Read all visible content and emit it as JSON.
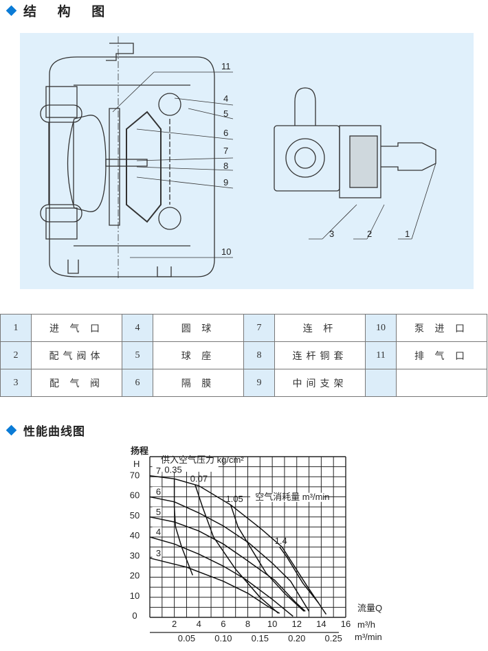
{
  "sections": {
    "structure": "结 构 图",
    "performance": "性能曲线图"
  },
  "parts_table": [
    [
      {
        "n": "1",
        "name": "进 气 口"
      },
      {
        "n": "4",
        "name": "圆 球"
      },
      {
        "n": "7",
        "name": "连  杆"
      },
      {
        "n": "10",
        "name": "泵 进 口"
      }
    ],
    [
      {
        "n": "2",
        "name": "配气阀体"
      },
      {
        "n": "5",
        "name": "球 座"
      },
      {
        "n": "8",
        "name": "连杆铜套"
      },
      {
        "n": "11",
        "name": "排 气 口"
      }
    ],
    [
      {
        "n": "3",
        "name": "配 气 阀"
      },
      {
        "n": "6",
        "name": "隔 膜"
      },
      {
        "n": "9",
        "name": "中间支架"
      },
      {
        "n": "",
        "name": ""
      }
    ]
  ],
  "diagram_labels": {
    "main": [
      "11",
      "4",
      "5",
      "6",
      "7",
      "8",
      "9",
      "10"
    ],
    "valve": [
      "3",
      "2",
      "1"
    ]
  },
  "colors": {
    "accent": "#0a7bd6",
    "panel": "#e0f0fb",
    "cell": "#dcedf9"
  },
  "chart_data": {
    "type": "line",
    "ylabel": "扬程",
    "ylabel_unit": "H",
    "xlabel": "流量Q",
    "x_unit": "m³/h",
    "x2_unit": "m³/min",
    "xlim": [
      0,
      16
    ],
    "ylim": [
      0,
      80
    ],
    "x_ticks": [
      "2",
      "4",
      "6",
      "8",
      "10",
      "12",
      "14",
      "16"
    ],
    "x2_ticks": [
      "0.05",
      "0.10",
      "0.15",
      "0.20",
      "0.25"
    ],
    "y_ticks": [
      "0",
      "10",
      "20",
      "30",
      "40",
      "50",
      "60",
      "70"
    ],
    "legend_pressure": "供入空气压力  kg/cm²",
    "legend_air": "空气消耗量  m³/min",
    "grid": true,
    "series": [
      {
        "name": "7",
        "points": [
          [
            0,
            70.5
          ],
          [
            2,
            69
          ],
          [
            4,
            65.5
          ],
          [
            6.6,
            56
          ],
          [
            9.1,
            44
          ],
          [
            10.8,
            35
          ],
          [
            12.8,
            16
          ],
          [
            14.4,
            1.5
          ]
        ]
      },
      {
        "name": "6",
        "points": [
          [
            0,
            60
          ],
          [
            2,
            57.5
          ],
          [
            4,
            52
          ],
          [
            6,
            45.5
          ],
          [
            8.1,
            37
          ],
          [
            10,
            27
          ],
          [
            11.5,
            18
          ],
          [
            13,
            3
          ]
        ]
      },
      {
        "name": "5",
        "points": [
          [
            0,
            50
          ],
          [
            2,
            47.5
          ],
          [
            4,
            43
          ],
          [
            6,
            36.5
          ],
          [
            7.8,
            29
          ],
          [
            10.2,
            18.5
          ],
          [
            11.9,
            7.5
          ],
          [
            12.7,
            3
          ]
        ]
      },
      {
        "name": "4",
        "points": [
          [
            0,
            40
          ],
          [
            2,
            36.5
          ],
          [
            4,
            31.5
          ],
          [
            6,
            25.5
          ],
          [
            7.8,
            19
          ],
          [
            10,
            9
          ],
          [
            11.7,
            0.5
          ]
        ]
      },
      {
        "name": "3",
        "points": [
          [
            0,
            29.5
          ],
          [
            3,
            25
          ],
          [
            6,
            18
          ],
          [
            8,
            12
          ],
          [
            9.5,
            6
          ],
          [
            10.6,
            2
          ]
        ]
      }
    ],
    "air_lines": [
      {
        "name": "0.35",
        "points": [
          [
            2,
            69
          ],
          [
            2,
            55
          ],
          [
            2.1,
            45
          ],
          [
            2.6,
            35
          ],
          [
            3.5,
            21
          ]
        ]
      },
      {
        "name": "0.07",
        "points": [
          [
            3.7,
            66
          ],
          [
            4.3,
            55
          ],
          [
            5.2,
            40
          ],
          [
            7,
            24
          ],
          [
            9,
            10
          ],
          [
            10.5,
            2
          ]
        ]
      },
      {
        "name": "1.05",
        "points": [
          [
            6.6,
            56
          ],
          [
            7.2,
            45
          ],
          [
            8,
            37
          ],
          [
            9.5,
            22
          ],
          [
            11,
            12
          ],
          [
            12.6,
            3
          ]
        ]
      },
      {
        "name": "1.4",
        "points": [
          [
            10.6,
            35
          ],
          [
            11.2,
            30
          ],
          [
            12.5,
            17
          ],
          [
            13.8,
            7
          ]
        ]
      }
    ]
  }
}
